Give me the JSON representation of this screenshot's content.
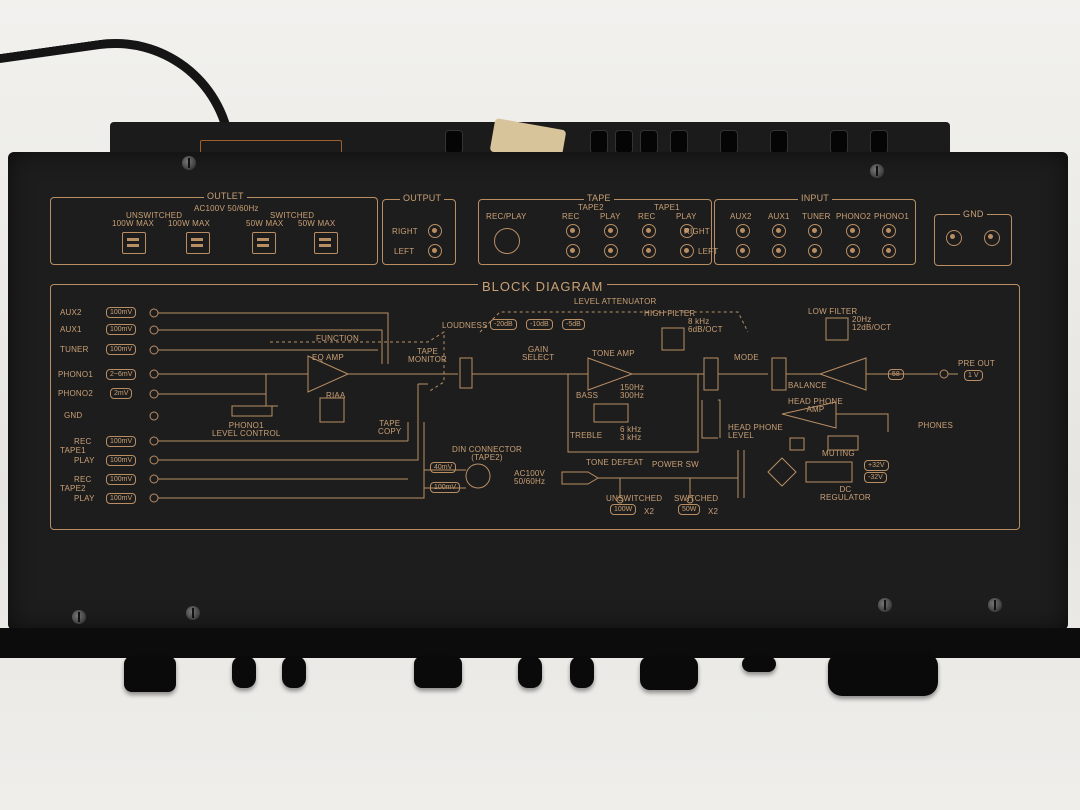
{
  "panel": {
    "outlet": {
      "title": "OUTLET",
      "spec": "AC100V 50/60Hz",
      "unswitched": "UNSWITCHED",
      "switched": "SWITCHED",
      "max_labels": [
        "100W MAX",
        "100W MAX",
        "50W MAX",
        "50W MAX"
      ]
    },
    "output": {
      "title": "OUTPUT",
      "right": "RIGHT",
      "left": "LEFT"
    },
    "tape": {
      "title": "TAPE",
      "tape2": "TAPE2",
      "tape1": "TAPE1",
      "columns": [
        "REC/PLAY",
        "REC",
        "PLAY",
        "REC",
        "PLAY"
      ],
      "right": "RIGHT",
      "left": "LEFT"
    },
    "input": {
      "title": "INPUT",
      "columns": [
        "AUX2",
        "AUX1",
        "TUNER",
        "PHONO2",
        "PHONO1"
      ]
    },
    "gnd": "GND",
    "block": {
      "title": "BLOCK DIAGRAM",
      "inputs": [
        {
          "label": "AUX2",
          "level": "100mV"
        },
        {
          "label": "AUX1",
          "level": "100mV"
        },
        {
          "label": "TUNER",
          "level": "100mV"
        },
        {
          "label": "PHONO1",
          "level": "2~6mV"
        },
        {
          "label": "PHONO2",
          "level": "2mV"
        },
        {
          "label": "GND",
          "level": ""
        }
      ],
      "tape_rows": [
        {
          "label": "REC",
          "level": "100mV"
        },
        {
          "label": "PLAY",
          "level": "100mV"
        },
        {
          "label": "REC",
          "level": "100mV"
        },
        {
          "label": "PLAY",
          "level": "100mV"
        }
      ],
      "tape1": "TAPE1",
      "tape2": "TAPE2",
      "function": "FUNCTION",
      "eq_amp": "EQ AMP",
      "riaa": "RIAA",
      "phono1_level": "PHONO1\nLEVEL CONTROL",
      "tape_monitor": "TAPE\nMONITOR",
      "tape_copy": "TAPE\nCOPY",
      "loudness": "LOUDNESS",
      "level_attenuator": "LEVEL ATTENUATOR",
      "attenuator_steps": [
        "-20dB",
        "-10dB",
        "-5dB"
      ],
      "gain_select": "GAIN\nSELECT",
      "tone_amp": "TONE AMP",
      "bass": "BASS",
      "bass_freq": "150Hz\n300Hz",
      "treble": "TREBLE",
      "treble_freq": "6 kHz\n3 kHz",
      "high_filter": "HIGH FILTER",
      "high_filter_spec": "8 kHz\n6dB/OCT",
      "mode": "MODE",
      "balance": "BALANCE",
      "low_filter": "LOW FILTER",
      "low_filter_spec": "20Hz\n12dB/OCT",
      "pre_out": "PRE OUT",
      "pre_out_level": "1 V",
      "headphone_amp": "HEAD PHONE\nAMP",
      "headphone_level": "HEAD PHONE\nLEVEL",
      "phones": "PHONES",
      "muting": "MUTING",
      "din": "DIN CONNECTOR\n(TAPE2)",
      "din_levels": [
        "40mV",
        "100mV"
      ],
      "ac": "AC100V\n50/60Hz",
      "tone_defeat": "TONE DEFEAT",
      "power_sw": "POWER SW",
      "unswitched": "UNSWITCHED",
      "switched": "SWITCHED",
      "unswitched_rating": "100W",
      "switched_rating": "50W",
      "x2": "X2",
      "dc_regulator": "DC\nREGULATOR",
      "rails": [
        "+32V",
        "-32V"
      ],
      "pre_out_box": "58"
    }
  }
}
